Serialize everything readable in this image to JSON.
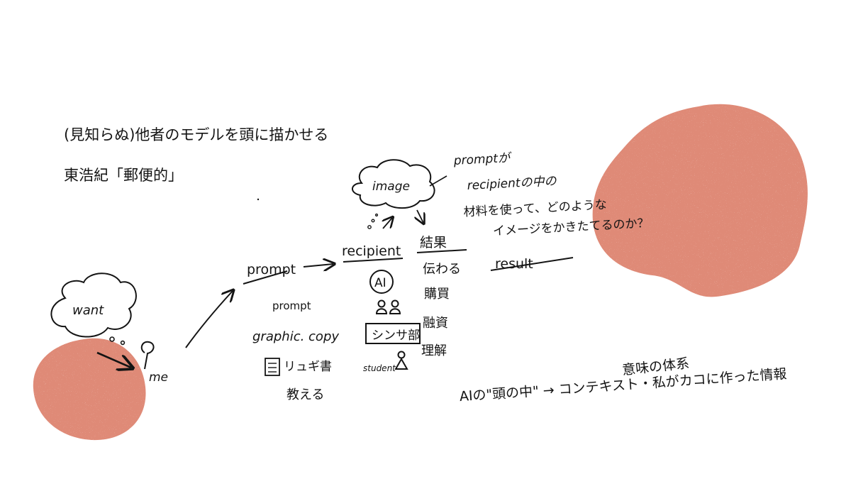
{
  "colors": {
    "blob": "#df8a77",
    "ink": "#141414",
    "background": "#ffffff"
  },
  "notes": {
    "top_left_line1": "(見知らぬ)他者のモデルを頭に描かせる",
    "top_left_line2": "東浩紀「郵便的」"
  },
  "bubbles": {
    "want": "want",
    "image": "image"
  },
  "labels": {
    "me": "me",
    "prompt": "prompt",
    "recipient": "recipient",
    "kekka": "結果",
    "result": "result"
  },
  "prompt_examples": [
    "prompt",
    "graphic. copy",
    "リュギ書",
    "教える"
  ],
  "recipient_examples": [
    "AI",
    "シンサ部",
    "student"
  ],
  "result_examples": [
    "伝わる",
    "購買",
    "融資",
    "理解"
  ],
  "notes_right": {
    "line1": "promptが",
    "line2": "recipientの中の",
    "line3": "材料を使って、どのような",
    "line4": "イメージをかきたてるのか？"
  },
  "notes_bottom": {
    "line1": "AIの\"頭の中\" → コンテキスト・私がカコに作った情報",
    "line2": "意味の体系"
  }
}
